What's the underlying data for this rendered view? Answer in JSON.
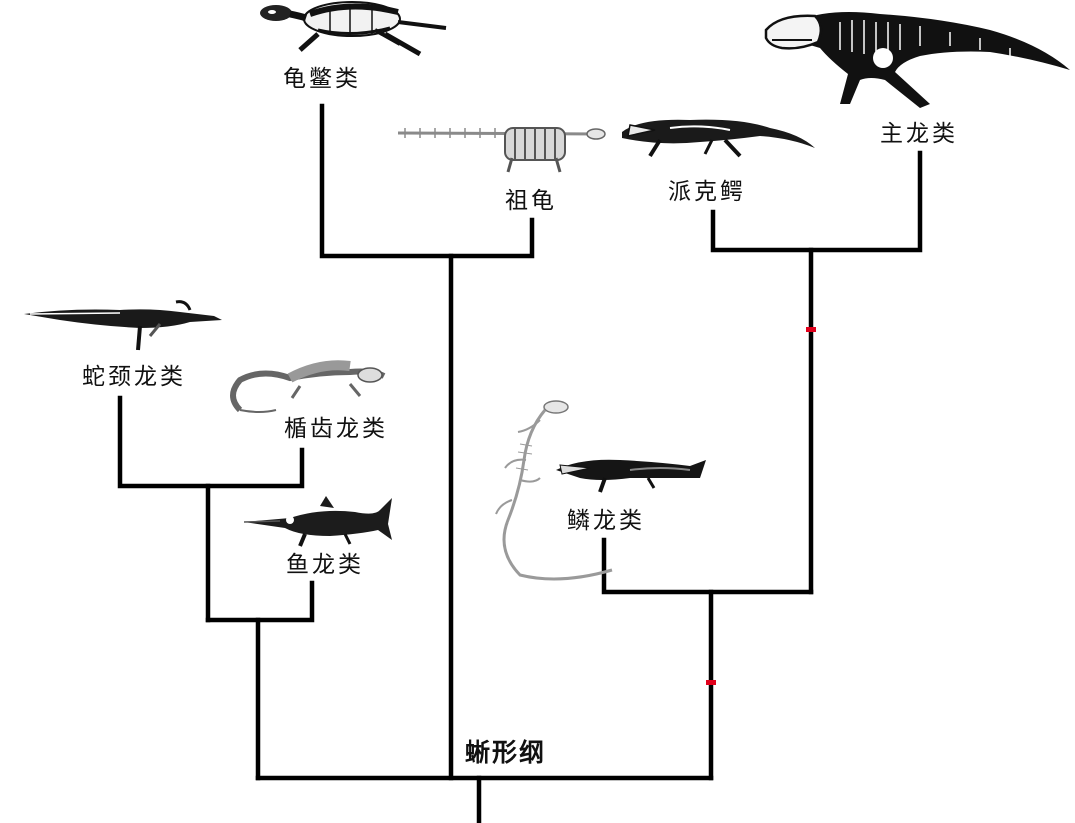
{
  "diagram": {
    "root_label": "蜥形纲",
    "taxa": {
      "turtles": "龟鳖类",
      "proto_turtle": "祖龟",
      "pakasuchus": "派克鳄",
      "archosaurs": "主龙类",
      "plesiosaurs": "蛇颈龙类",
      "placodonts": "楯齿龙类",
      "ichthyosaurs": "鱼龙类",
      "lepidosaurs": "鳞龙类"
    },
    "colors": {
      "branch": "#000000",
      "marker": "#e0001b",
      "silhouette_dark": "#111111",
      "silhouette_light": "#9a9a9a"
    },
    "illustrations": [
      "turtle-illustration",
      "proto-turtle-skeleton",
      "pakasuchus-skeleton",
      "tyrannosaurus-skeleton",
      "plesiosaur-skeleton",
      "placodont-skeleton",
      "ichthyosaur-illustration",
      "lizard-skeleton",
      "mosasaur-illustration"
    ]
  }
}
